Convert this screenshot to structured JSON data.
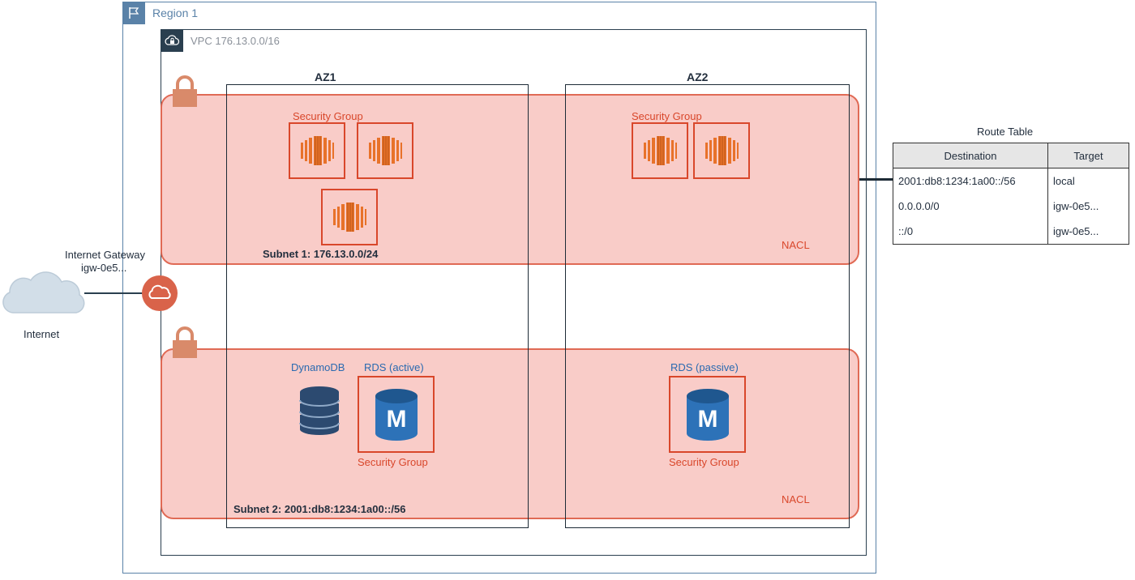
{
  "region": {
    "label": "Region 1"
  },
  "vpc": {
    "label": "VPC 176.13.0.0/16"
  },
  "azs": [
    {
      "label": "AZ1"
    },
    {
      "label": "AZ2"
    }
  ],
  "subnet1": {
    "label": "Subnet 1: 176.13.0.0/24",
    "nacl": "NACL",
    "az1_sg_label": "Security Group",
    "az2_sg_label": "Security Group"
  },
  "subnet2": {
    "label": "Subnet 2: 2001:db8:1234:1a00::/56",
    "nacl": "NACL",
    "dynamodb_label": "DynamoDB",
    "rds_active_label": "RDS (active)",
    "rds_active_sg": "Security Group",
    "rds_passive_label": "RDS (passive)",
    "rds_passive_sg": "Security Group",
    "rds_icon_letter": "M"
  },
  "internet_gateway": {
    "title": "Internet Gateway",
    "id": "igw-0e5..."
  },
  "internet": {
    "label": "Internet"
  },
  "route_table": {
    "title": "Route Table",
    "headers": [
      "Destination",
      "Target"
    ],
    "rows": [
      [
        "2001:db8:1234:1a00::/56",
        "local"
      ],
      [
        "0.0.0.0/0",
        "igw-0e5..."
      ],
      [
        "::/0",
        "igw-0e5..."
      ]
    ]
  },
  "colors": {
    "region_border": "#5a82a8",
    "vpc_border": "#2a3f4f",
    "subnet_fill": "#f6bcb6",
    "security_group": "#d9472b",
    "ec2_orange": "#e8722a",
    "rds_blue": "#2d72b8"
  },
  "icons": {
    "region": "flag-icon",
    "vpc": "cloud-lock-icon",
    "subnet": "padlock-icon",
    "ec2": "ec2-instance-icon",
    "dynamodb": "dynamodb-icon",
    "rds": "rds-mysql-icon",
    "gateway": "internet-gateway-icon",
    "internet": "cloud-icon"
  }
}
